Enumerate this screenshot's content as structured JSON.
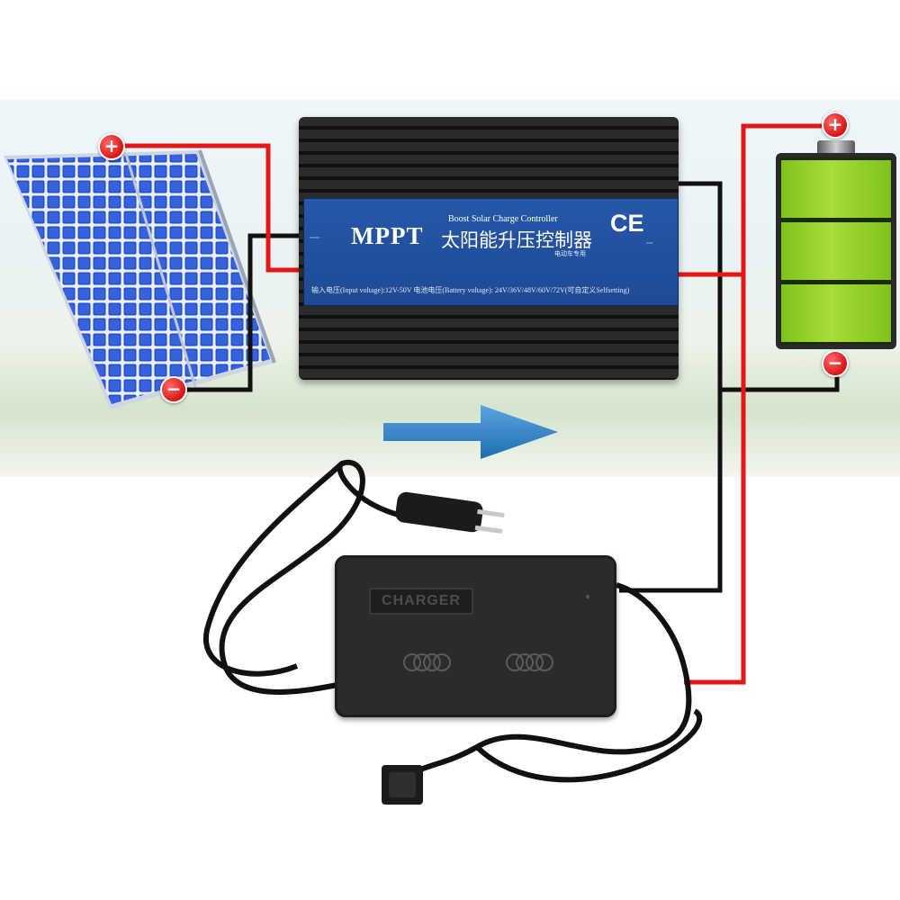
{
  "controller": {
    "brand": "MPPT",
    "subtitle_en": "Boost Solar Charge Controller",
    "title_cn": "太阳能升压控制器",
    "subtitle_cn": "电动车专用",
    "cert": "CE",
    "spec_line": "输入电压(Input voltage):12V-50V   电池电压(Battery voltage): 24V/36V/48V/60V/72V(可自定义Selfsetting)"
  },
  "charger": {
    "label": "CHARGER"
  },
  "terminals": {
    "plus": "+",
    "minus": "−"
  },
  "colors": {
    "positive_wire": "#e51616",
    "negative_wire": "#111111",
    "plate_blue": "#2054a3",
    "flow_arrow": "#2e7fc4",
    "battery_green": "#8fce24"
  }
}
